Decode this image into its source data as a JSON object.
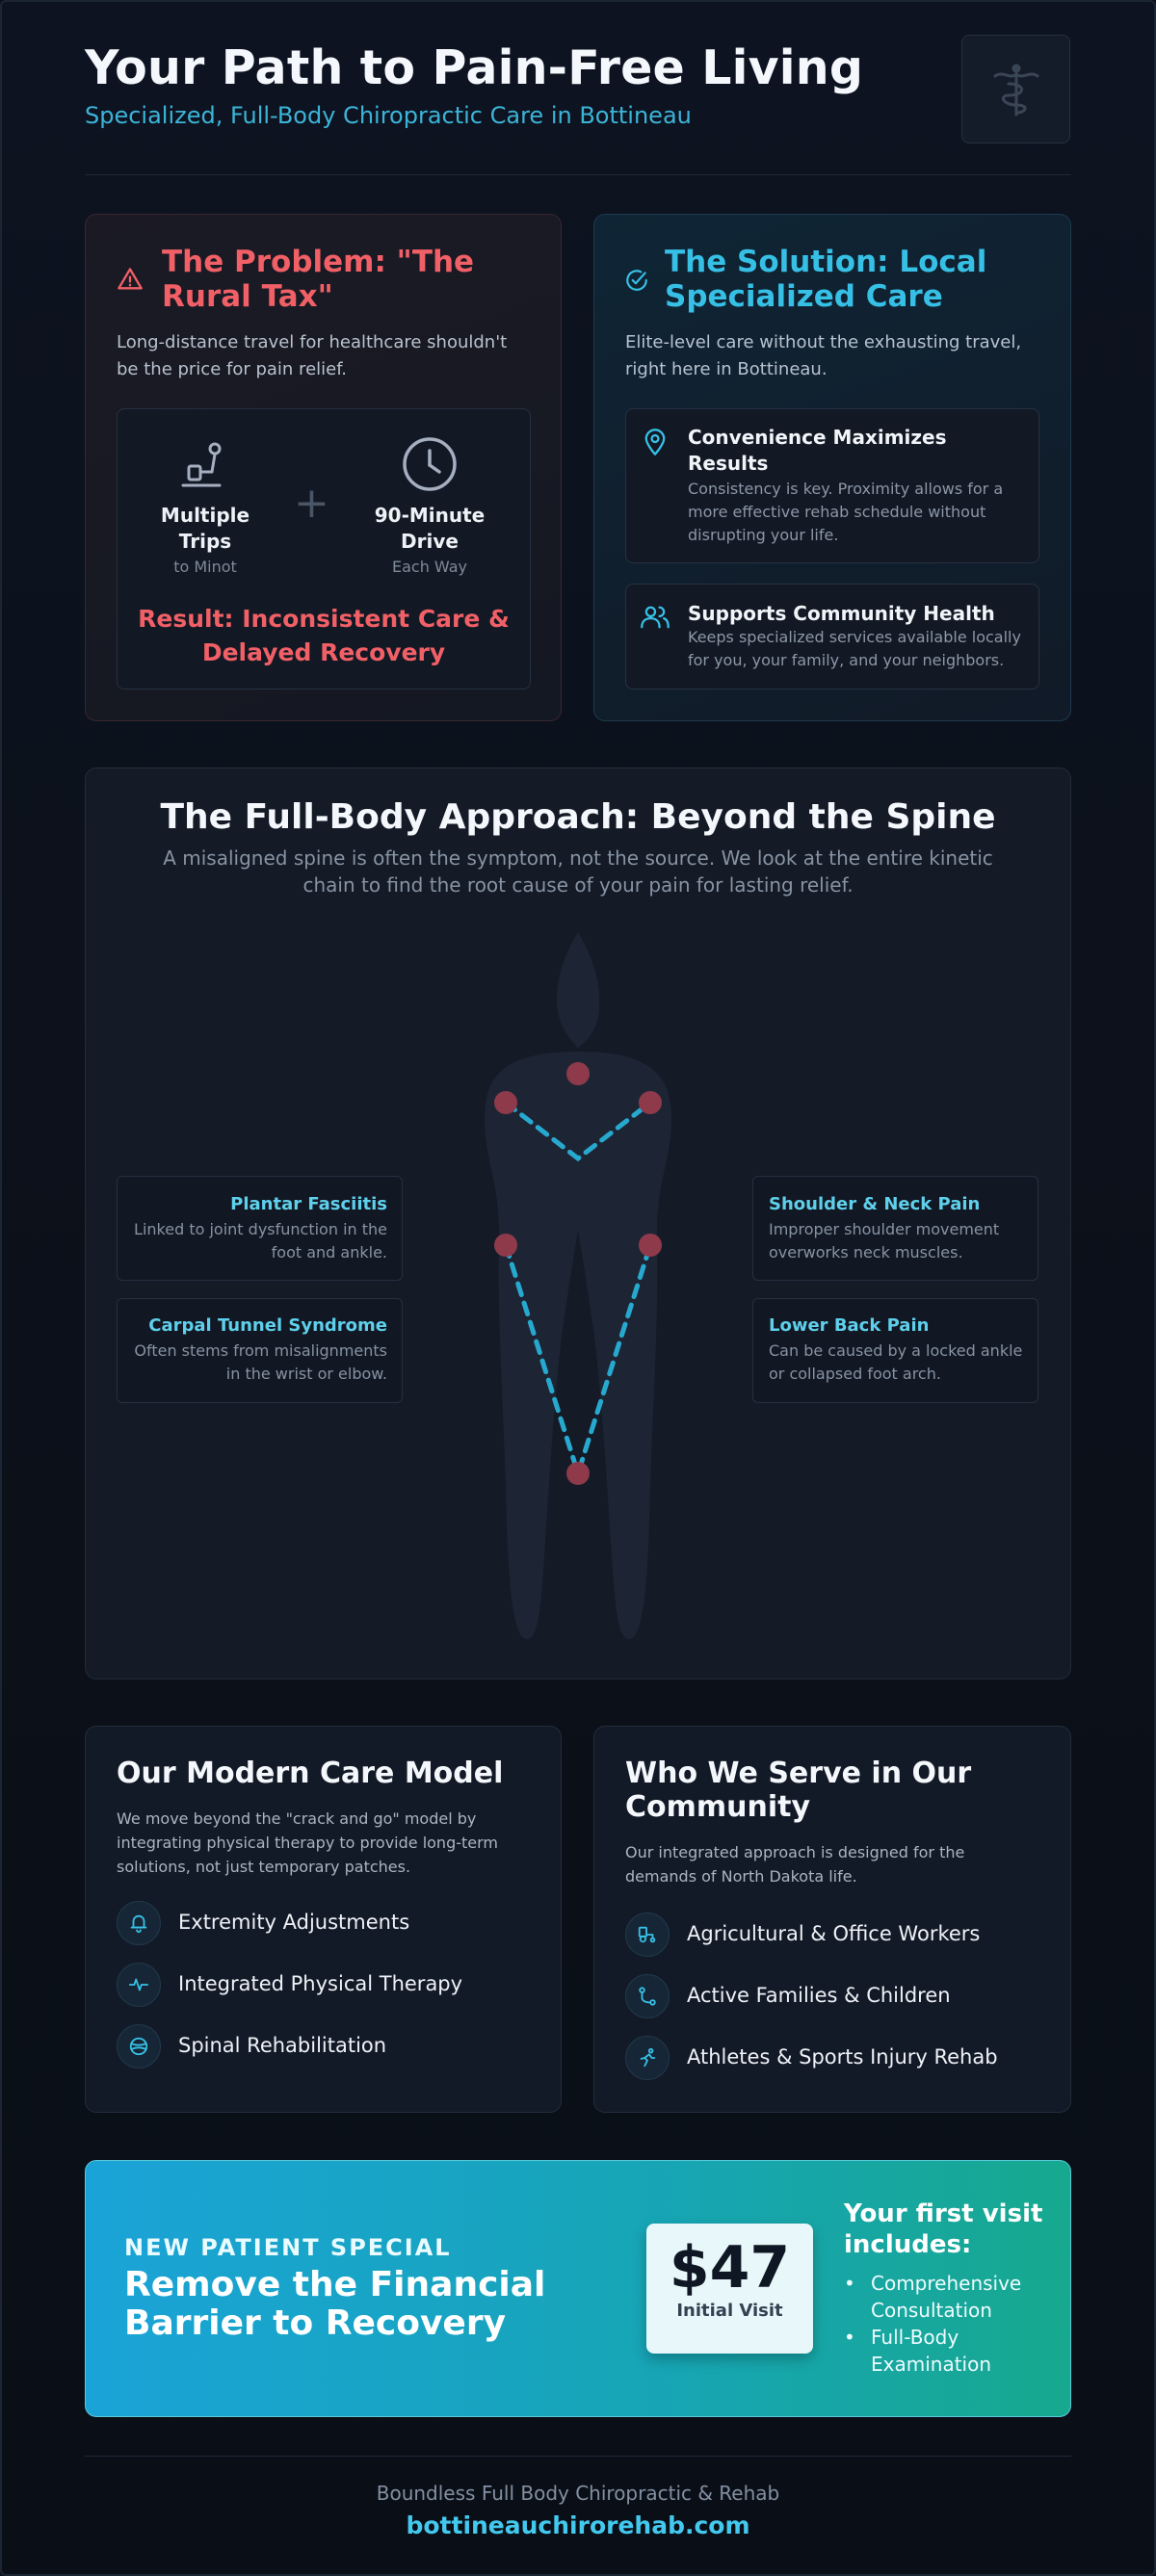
{
  "header": {
    "title": "Your Path to Pain-Free Living",
    "subtitle": "Specialized, Full-Body Chiropractic Care in Bottineau",
    "logo_icon": "caduceus-icon"
  },
  "problem": {
    "title": "The Problem: \"The Rural Tax\"",
    "description": "Long-distance travel for healthcare shouldn't be the price for pain relief.",
    "trips": {
      "label": "Multiple Trips",
      "sub": "to Minot",
      "icon": "traveler-icon"
    },
    "plus": "+",
    "drive": {
      "label": "90-Minute Drive",
      "sub": "Each Way",
      "icon": "clock-icon"
    },
    "result": "Result: Inconsistent Care & Delayed Recovery",
    "accent": "#f06066"
  },
  "solution": {
    "title": "The Solution: Local Specialized Care",
    "description": "Elite-level care without the exhausting travel, right here in Bottineau.",
    "features": [
      {
        "title": "Convenience Maximizes Results",
        "desc": "Consistency is key. Proximity allows for a more effective rehab schedule without disrupting your life.",
        "icon": "location-pin-icon"
      },
      {
        "title": "Supports Community Health",
        "desc": "Keeps specialized services available locally for you, your family, and your neighbors.",
        "icon": "users-icon"
      }
    ],
    "accent": "#37c0e6"
  },
  "body": {
    "title": "The Full-Body Approach: Beyond the Spine",
    "description": "A misaligned spine is often the symptom, not the source. We look at the entire kinetic chain to find the root cause of your pain for lasting relief.",
    "conditions_left": [
      {
        "title": "Plantar Fasciitis",
        "desc": "Linked to joint dysfunction in the foot and ankle."
      },
      {
        "title": "Carpal Tunnel Syndrome",
        "desc": "Often stems from misalignments in the wrist or elbow."
      }
    ],
    "conditions_right": [
      {
        "title": "Shoulder & Neck Pain",
        "desc": "Improper shoulder movement overworks neck muscles."
      },
      {
        "title": "Lower Back Pain",
        "desc": "Can be caused by a locked ankle or collapsed foot arch."
      }
    ]
  },
  "care": {
    "title": "Our Modern Care Model",
    "description": "We move beyond the \"crack and go\" model by integrating physical therapy to provide long-term solutions, not just temporary patches.",
    "items": [
      {
        "label": "Extremity Adjustments",
        "icon": "bell-icon"
      },
      {
        "label": "Integrated Physical Therapy",
        "icon": "pulse-icon"
      },
      {
        "label": "Spinal Rehabilitation",
        "icon": "ball-icon"
      }
    ]
  },
  "who": {
    "title": "Who We Serve in Our Community",
    "description": "Our integrated approach is designed for the demands of North Dakota life.",
    "items": [
      {
        "label": "Agricultural & Office Workers",
        "icon": "tractor-icon"
      },
      {
        "label": "Active Families & Children",
        "icon": "route-icon"
      },
      {
        "label": "Athletes & Sports Injury Rehab",
        "icon": "runner-icon"
      }
    ]
  },
  "cta": {
    "eyebrow": "NEW PATIENT SPECIAL",
    "headline": "Remove the Financial Barrier to Recovery",
    "price": "$47",
    "price_label": "Initial Visit",
    "includes_title": "Your first visit includes:",
    "includes": [
      "Comprehensive Consultation",
      "Full-Body Examination"
    ]
  },
  "footer": {
    "brand": "Boundless Full Body Chiropractic & Rehab",
    "url": "bottineauchirorehab.com"
  }
}
